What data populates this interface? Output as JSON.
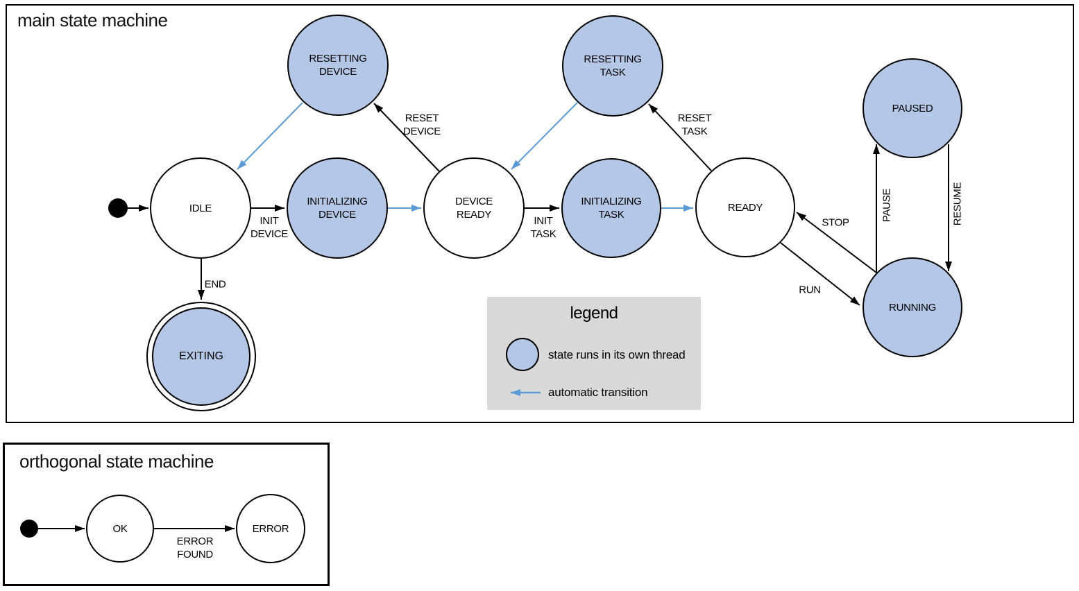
{
  "main": {
    "title": "main state machine",
    "states": {
      "idle": "IDLE",
      "initializing_device": "INITIALIZING\nDEVICE",
      "resetting_device": "RESETTING\nDEVICE",
      "device_ready": "DEVICE\nREADY",
      "initializing_task": "INITIALIZING\nTASK",
      "resetting_task": "RESETTING\nTASK",
      "ready": "READY",
      "paused": "PAUSED",
      "running": "RUNNING",
      "exiting": "EXITING"
    },
    "transitions": {
      "init_device": "INIT\nDEVICE",
      "reset_device": "RESET\nDEVICE",
      "init_task": "INIT\nTASK",
      "reset_task": "RESET\nTASK",
      "run": "RUN",
      "stop": "STOP",
      "pause": "PAUSE",
      "resume": "RESUME",
      "end": "END"
    }
  },
  "legend": {
    "title": "legend",
    "items": {
      "thread": "state runs in its own thread",
      "auto": "automatic transition"
    }
  },
  "orthogonal": {
    "title": "orthogonal state machine",
    "states": {
      "ok": "OK",
      "error": "ERROR"
    },
    "transitions": {
      "error_found": "ERROR\nFOUND"
    }
  },
  "colors": {
    "threaded_state_fill": "#b4c7e7",
    "state_border": "#000000",
    "auto_transition_arrow": "#5b9bd5",
    "legend_background": "#d9d9d9"
  }
}
